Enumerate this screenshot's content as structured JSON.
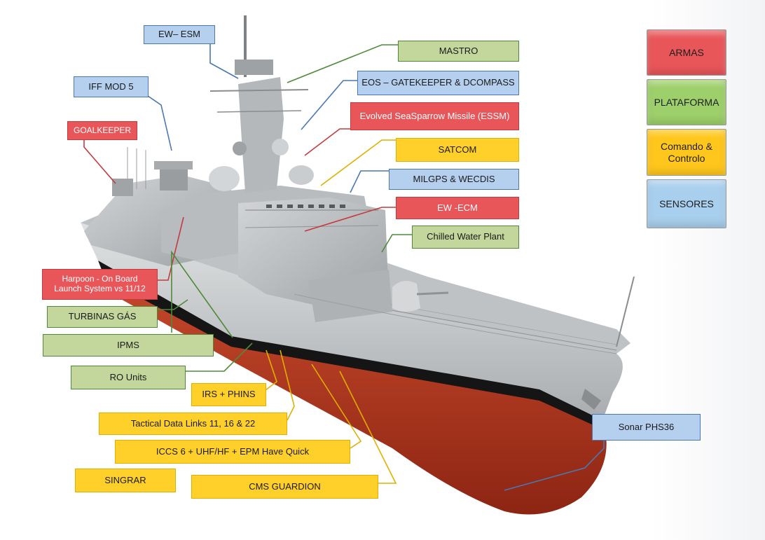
{
  "legend": {
    "armas": "ARMAS",
    "plataforma": "PLATAFORMA",
    "comando": "Comando &\nControlo",
    "sensores": "SENSORES"
  },
  "colors": {
    "armas": "#e8565a",
    "plataforma": "#c3d69b",
    "comando": "#ffd02a",
    "sensores": "#b5d0ee",
    "hull_grey": "#c9ccce",
    "hull_red": "#b4331b",
    "boot_top": "#151515"
  },
  "labels": {
    "ew_esm": "EW– ESM",
    "iff": "IFF MOD 5",
    "goalkeeper": "GOALKEEPER",
    "mastro": "MASTRO",
    "eos": "EOS – GATEKEEPER & DCOMPASS",
    "essm": "Evolved SeaSparrow Missile (ESSM)",
    "satcom": "SATCOM",
    "milgps": "MILGPS & WECDIS",
    "ew_ecm": "EW -ECM",
    "chilled": "Chilled Water Plant",
    "harpoon": "Harpoon - On Board\nLaunch System vs 11/12",
    "turbinas": "TURBINAS GÁS",
    "ipms": "IPMS",
    "ro_units": "RO Units",
    "irs": "IRS + PHINS",
    "tdl": "Tactical Data Links 11, 16 & 22",
    "iccs": "ICCS 6 + UHF/HF + EPM Have Quick",
    "singrar": "SINGRAR",
    "cms": "CMS GUARDION",
    "sonar": "Sonar PHS36"
  }
}
